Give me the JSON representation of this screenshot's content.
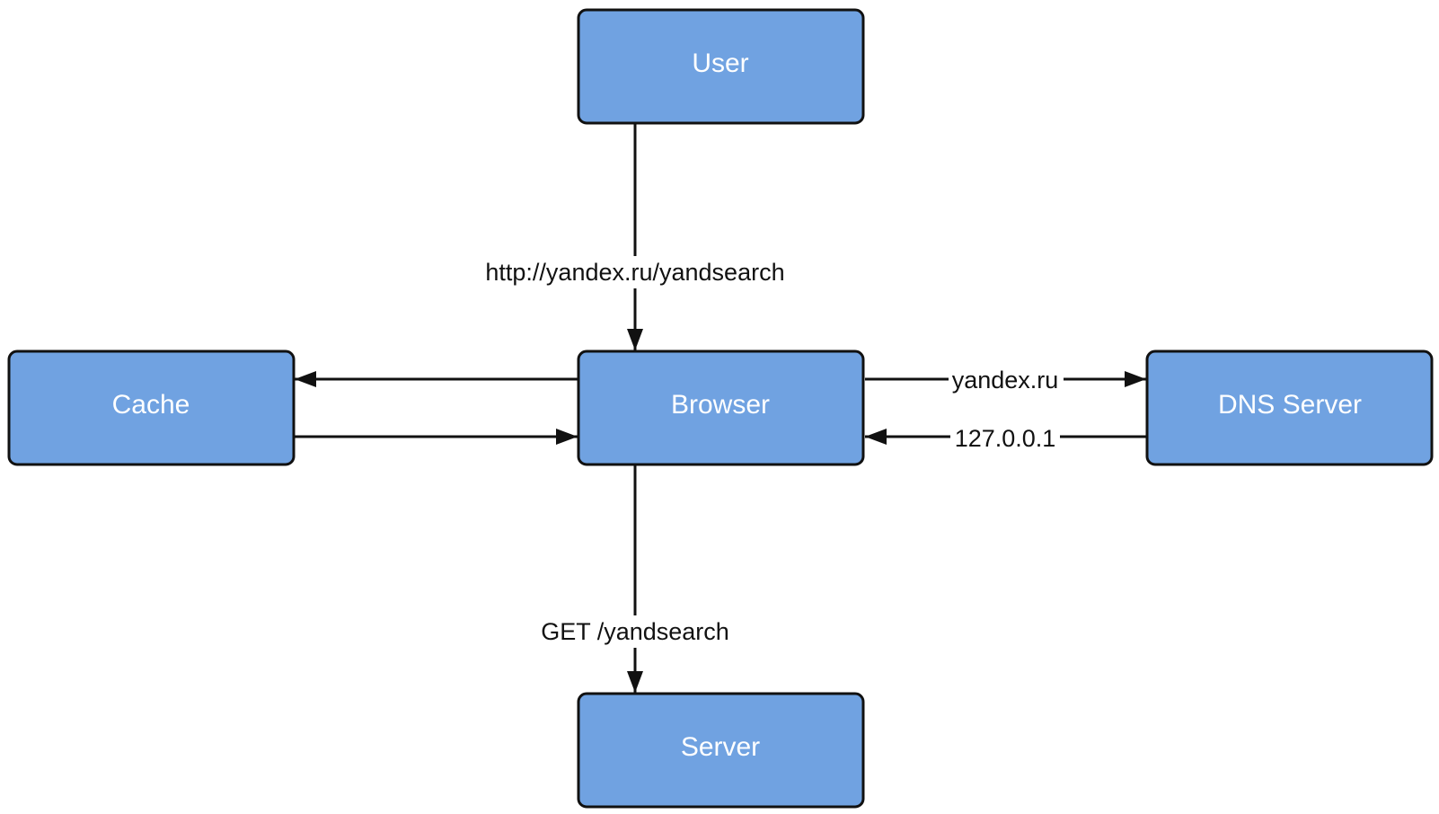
{
  "colors": {
    "node_fill": "#70a2e1",
    "node_text": "#ffffff",
    "line": "#111111",
    "label": "#111111"
  },
  "nodes": {
    "user": "User",
    "cache": "Cache",
    "browser": "Browser",
    "dns": "DNS Server",
    "server": "Server"
  },
  "edges": {
    "user_to_browser": "http://yandex.ru/yandsearch",
    "browser_to_dns": "yandex.ru",
    "dns_to_browser": "127.0.0.1",
    "browser_to_server": "GET /yandsearch",
    "browser_to_cache": "",
    "cache_to_browser": ""
  }
}
